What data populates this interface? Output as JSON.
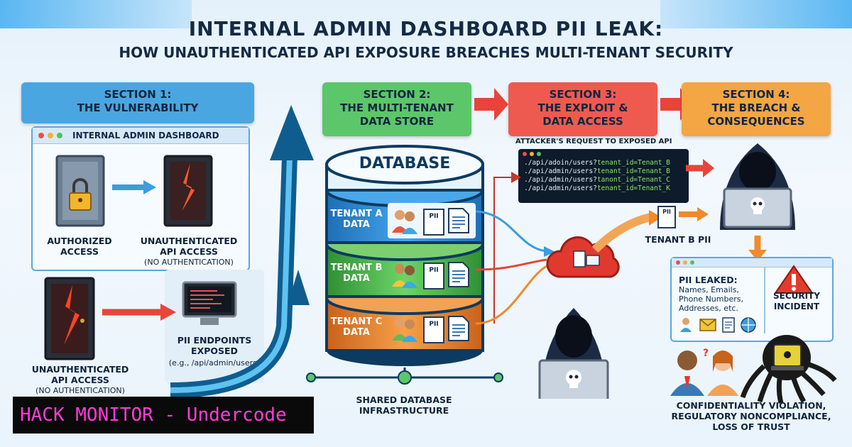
{
  "title": {
    "main": "INTERNAL ADMIN DASHBOARD PII LEAK:",
    "sub": "HOW UNAUTHENTICATED API EXPOSURE BREACHES MULTI-TENANT SECURITY"
  },
  "section1": {
    "heading_line1": "SECTION 1:",
    "heading_line2": "THE VULNERABILITY",
    "window_title": "INTERNAL ADMIN DASHBOARD",
    "authorized_line1": "AUTHORIZED",
    "authorized_line2": "ACCESS",
    "unauth_line1": "UNAUTHENTICATED",
    "unauth_line2": "API ACCESS",
    "unauth_note": "(NO AUTHENTICATION)",
    "unauth2_line1": "UNAUTHENTICATED",
    "unauth2_line2": "API ACCESS",
    "unauth2_note": "(NO AUTHENTICATION)",
    "endpoints_line1": "PII ENDPOINTS",
    "endpoints_line2": "EXPOSED",
    "endpoints_example": "(e.g., /api/admin/users)"
  },
  "section2": {
    "heading_line1": "SECTION 2:",
    "heading_line2": "THE MULTI-TENANT",
    "heading_line3": "DATA STORE",
    "database_label": "DATABASE",
    "tenants": [
      {
        "line1": "TENANT A",
        "line2": "DATA"
      },
      {
        "line1": "TENANT B",
        "line2": "DATA"
      },
      {
        "line1": "TENANT C",
        "line2": "DATA"
      }
    ],
    "doc_label": "PII",
    "infra_line1": "SHARED DATABASE",
    "infra_line2": "INFRASTRUCTURE"
  },
  "section3": {
    "heading_line1": "SECTION 3:",
    "heading_line2": "THE EXPLOIT &",
    "heading_line3": "DATA ACCESS",
    "request_label": "ATTACKER'S REQUEST TO EXPOSED API",
    "requests": [
      {
        "path": "./api/adoin/users?",
        "param": "tenant_id=Tenant_B"
      },
      {
        "path": "./api/admin/users?",
        "param": "tenant_id=Tenant_B"
      },
      {
        "path": "./api/admin/users?",
        "param": "tanont_id=Tenant_C"
      },
      {
        "path": "./api/admin/users?",
        "param": "tenant_id=Tenant_K"
      }
    ],
    "doc_label": "PII",
    "tenant_b_pii": "TENANT B PII"
  },
  "section4": {
    "heading_line1": "SECTION 4:",
    "heading_line2": "THE BREACH &",
    "heading_line3": "CONSEQUENCES",
    "leaked_title": "PII LEAKED:",
    "leaked_items": [
      "Names, Emails,",
      "Phone Numbers,",
      "Addresses, etc."
    ],
    "incident_line1": "SECURITY",
    "incident_line2": "INCIDENT",
    "consequence_line1": "CONFIDENTIALITY VIOLATION,",
    "consequence_line2": "REGULATORY NONCOMPLIANCE,",
    "consequence_line3": "LOSS OF TRUST"
  },
  "watermark": "HACK MONITOR - Undercode",
  "colors": {
    "section1": "#4aa6e0",
    "section2": "#5cc66a",
    "section3": "#ee5a4f",
    "section4": "#f4a544",
    "tenant_a": "#2f8fd8",
    "tenant_b": "#4cb34c",
    "tenant_c": "#ef8a2c",
    "flow_arrow": "#0f5d8f"
  }
}
